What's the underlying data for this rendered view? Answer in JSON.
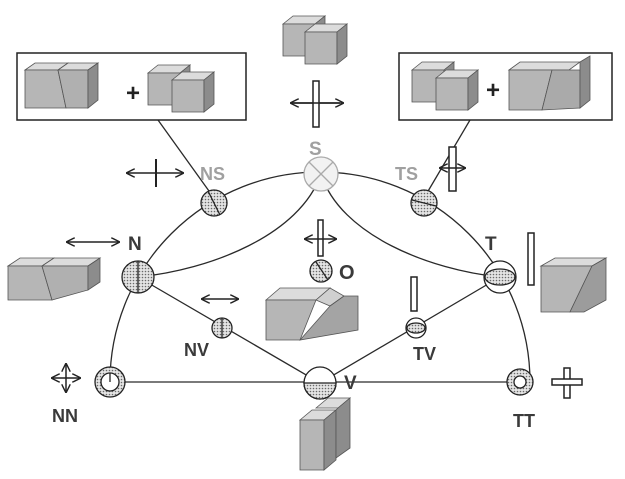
{
  "labels": {
    "S": "S",
    "NS": "NS",
    "TS": "TS",
    "N": "N",
    "T": "T",
    "O": "O",
    "NV": "NV",
    "TV": "TV",
    "NN": "NN",
    "V": "V",
    "TT": "TT"
  },
  "boxes": {
    "left_plus": "+",
    "right_plus": "+"
  },
  "colors": {
    "line": "#2a2a2a",
    "gray_label": "#a0a0a0",
    "dark_label": "#3a3a3a",
    "block_top": "#d8d8d8",
    "block_front": "#b4b4b4",
    "block_side": "#8e8e8e"
  }
}
